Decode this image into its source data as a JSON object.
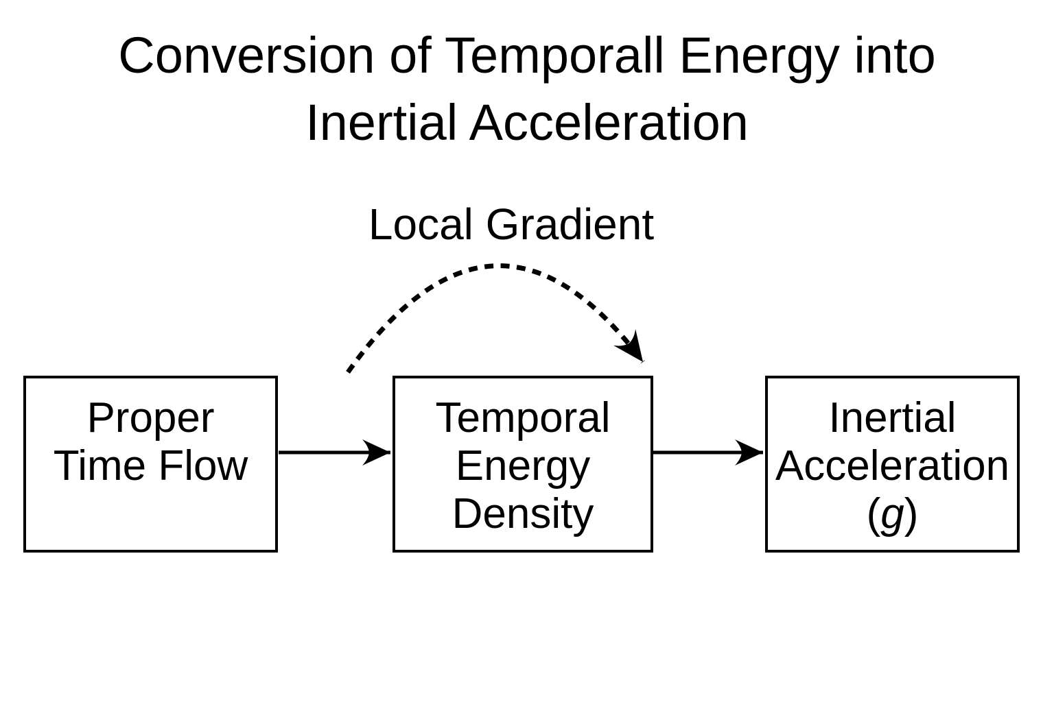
{
  "title": {
    "line1": "Conversion of Temporall Energy into",
    "line2": "Inertial Acceleration"
  },
  "arc": {
    "label": "Local Gradient",
    "style": "dashed-curved-arrow"
  },
  "boxes": [
    {
      "id": "proper-time-flow",
      "lines": [
        "Proper",
        "Time Flow"
      ]
    },
    {
      "id": "temporal-energy-density",
      "lines": [
        "Temporal",
        "Energy",
        "Density"
      ]
    },
    {
      "id": "inertial-acceleration",
      "lines": [
        "Inertial",
        "Acceleration"
      ],
      "symbol_open": "(",
      "symbol": "g",
      "symbol_close": ")"
    }
  ],
  "connectors": [
    {
      "name": "flow-arrow-1",
      "from": "proper-time-flow",
      "to": "temporal-energy-density",
      "style": "solid"
    },
    {
      "name": "flow-arrow-2",
      "from": "temporal-energy-density",
      "to": "inertial-acceleration",
      "style": "solid"
    },
    {
      "name": "local-gradient-arrow",
      "from": "proper-time-flow",
      "to": "temporal-energy-density",
      "style": "dashed-arc"
    }
  ],
  "colors": {
    "ink": "#000000",
    "background": "#ffffff"
  }
}
